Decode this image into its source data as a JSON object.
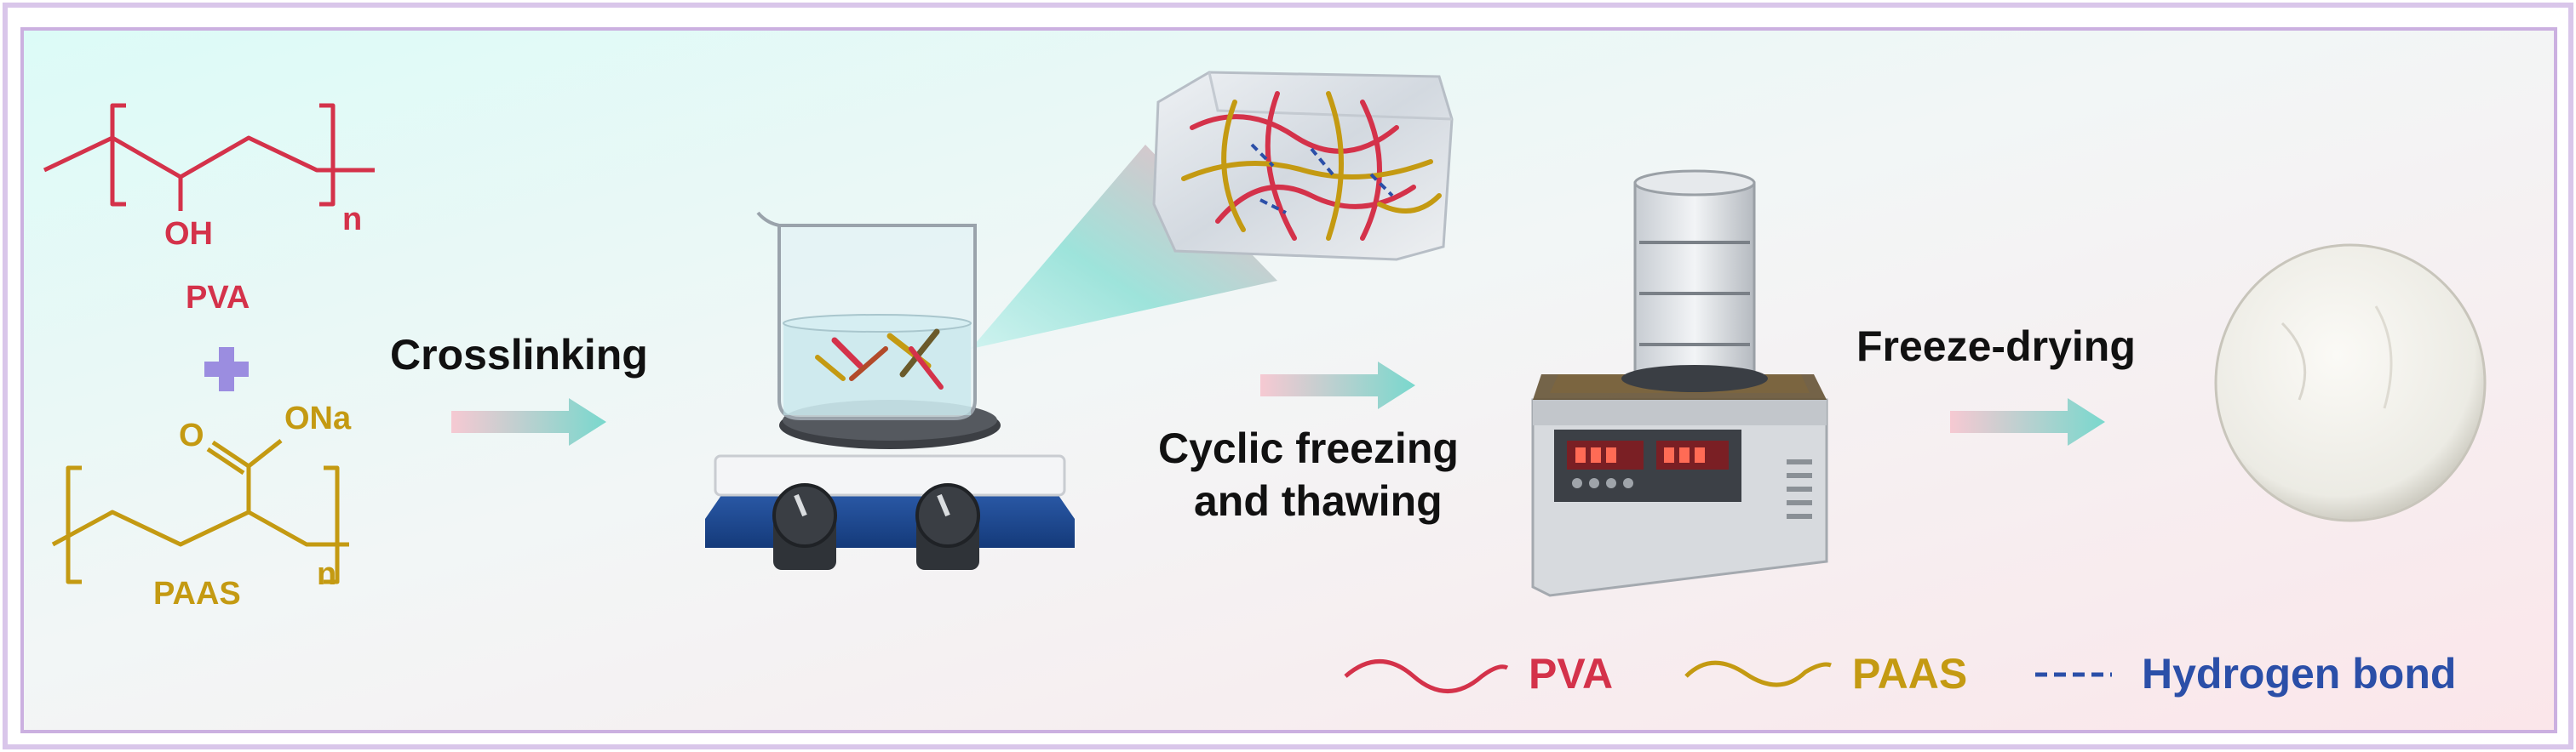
{
  "colors": {
    "pva": "#d4324a",
    "paas": "#c49a12",
    "hydrogen": "#2b4fa8",
    "plus": "#9b8de0",
    "arrow": "#7fd9cf",
    "frame": "#c9a6de"
  },
  "chemistry": {
    "pva": {
      "hydroxyl": "OH",
      "repeat": "n",
      "name": "PVA"
    },
    "paas": {
      "carbonyl_o": "O",
      "salt": "ONa",
      "repeat": "n",
      "name": "PAAS"
    },
    "plus_icon": "plus-icon"
  },
  "steps": {
    "crosslinking": "Crosslinking",
    "cyclic_line1": "Cyclic freezing",
    "cyclic_line2": "and thawing",
    "freeze_drying": "Freeze-drying"
  },
  "legend": {
    "pva": "PVA",
    "paas": "PAAS",
    "hydrogen_bond": "Hydrogen bond"
  },
  "icons": [
    "beaker-on-stirrer-icon",
    "hydrogel-network-icon",
    "freeze-dryer-icon",
    "aerogel-disc-icon"
  ]
}
